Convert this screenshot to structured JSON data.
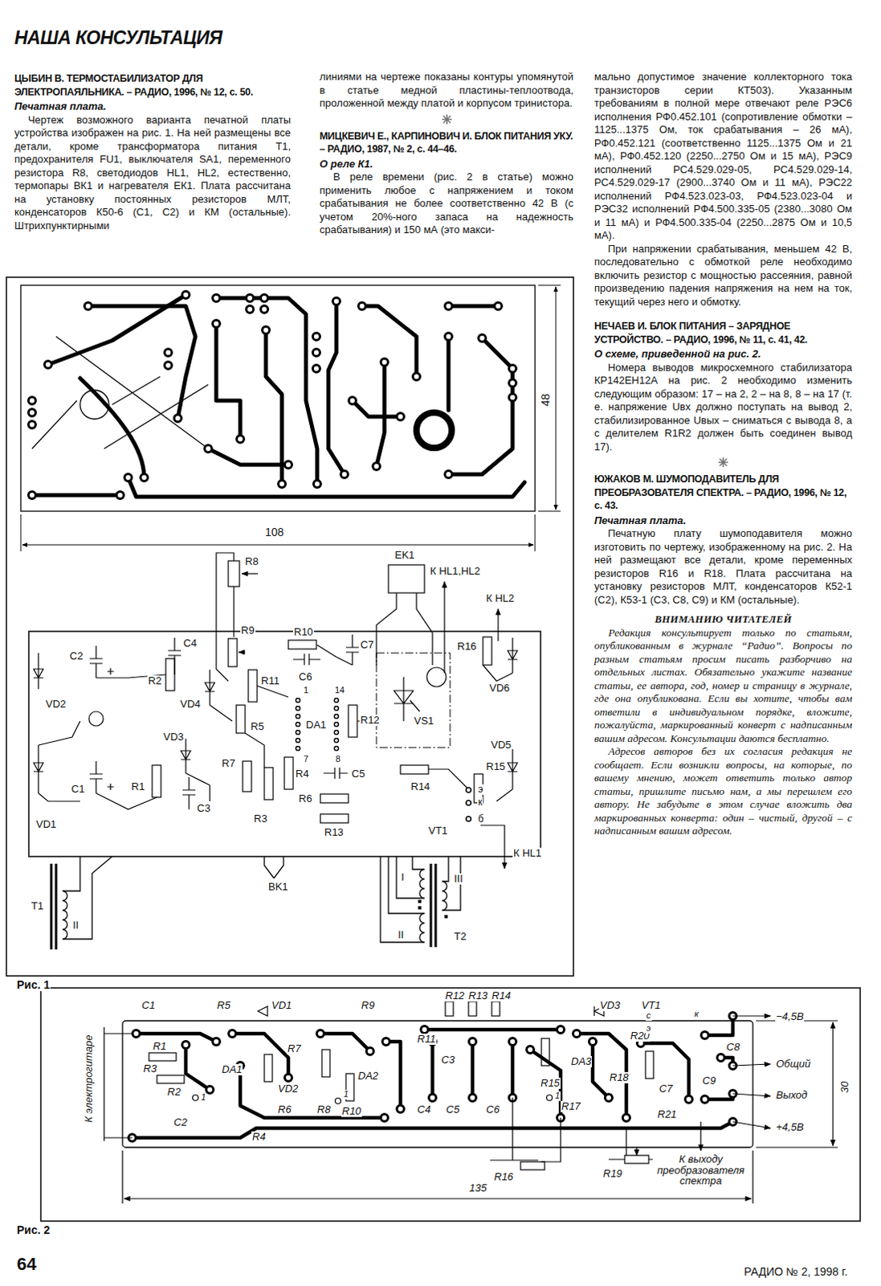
{
  "diagram": {
    "title": "НАША КОНСУЛЬТАЦИЯ",
    "labels": [
      "ЦЫБИН В. ТЕРМОСТАБИЛИЗАТОР ДЛЯ ЭЛЕКТРОПАЯЛЬНИКА. – РАДИО, 1996, № 12, с. 50.",
      "Печатная плата.",
      "Чертеж возможного варианта печатной платы устройства изображен на рис. 1. На ней размещены все детали, кроме трансформатора питания Т1, предохранителя FU1, выключателя SA1, переменного резистора R8, светодиодов HL1, HL2, естественно, термопары ВК1 и нагревателя ЕК1. Плата рассчитана на установку постоянных резисторов МЛТ, конденсаторов К50-6 (С1, С2) и КМ (остальные). Штрихпунктирными",
      "линиями на чертеже показаны контуры упомянутой в статье медной пластины-теплоотвода, проложенной между платой и корпусом тринистора.",
      "МИЦКЕВИЧ Е., КАРПИНОВИЧ И. БЛОК ПИТАНИЯ УКУ. – РАДИО, 1987, № 2, с. 44–46.",
      "О реле К1.",
      "В реле времени (рис. 2 в статье) можно применить любое с напряжением и током срабатывания не более соответственно 42 В (с учетом 20%-ного запаса на надежность срабатывания) и 150 мА (это макси-",
      "мально допустимое значение коллекторного тока транзисторов серии КТ503). Указанным требованиям в полной мере отвечают реле РЭС6 исполнения РФ0.452.101 (сопротивление обмотки – 1125...1375 Ом, ток срабатывания – 26 мА), РФ0.452.121 (соответственно 1125...1375 Ом и 21 мА), РФ0.452.120 (2250...2750 Ом и 15 мА), РЭС9 исполнений РС4.529.029-05, РС4.529.029-14, РС4.529.029-17 (2900...3740 Ом и 11 мА), РЭС22 исполнений РФ4.523.023-03, РФ4.523.023-04 и РЭС32 исполнений РФ4.500.335-05 (2380...3080 Ом и 11 мА) и РФ4.500.335-04 (2250...2875 Ом и 10,5 мА).",
      "При напряжении срабатывания, меньшем 42 В, последовательно с обмоткой реле необходимо включить резистор с мощностью рассеяния, равной произведению падения напряжения на нем на ток, текущий через него и обмотку.",
      "НЕЧАЕВ И. БЛОК ПИТАНИЯ – ЗАРЯДНОЕ УСТРОЙСТВО. – РАДИО, 1996, № 11, с. 41, 42.",
      "О схеме, приведенной на рис. 2.",
      "Номера выводов микросхемного стабилизатора КР142ЕН12А на рис. 2 необходимо изменить следующим образом: 17 – на 2, 2 – на 8, 8 – на 17 (т. е. напряжение Uвх должно поступать на вывод 2, стабилизированное Uвых – сниматься с вывода 8, а с делителем R1R2 должен быть соединен вывод 17).",
      "ЮЖАКОВ М. ШУМОПОДАВИТЕЛЬ ДЛЯ ПРЕОБРАЗОВАТЕЛЯ СПЕКТРА. – РАДИО, 1996, № 12, с. 43.",
      "Печатная плата.",
      "Печатную плату шумоподавителя можно изготовить по чертежу, изображенному на рис. 2. На ней размещают все детали, кроме переменных резисторов R16 и R18. Плата рассчитана на установку резисторов МЛТ, конденсаторов К52-1 (С2), К53-1 (С3, С8, С9) и КМ (остальные).",
      "ВНИМАНИЮ ЧИТАТЕЛЕЙ",
      "Редакция консультирует только по статьям, опубликованным в журнале “Радио”. Вопросы по разным статьям просим писать разборчиво на отдельных листах. Обязательно укажите название статьи, ее автора, год, номер и страницу в журнале, где она опубликована. Если вы хотите, чтобы вам ответили в индивидуальном порядке, вложите, пожалуйста, маркированный конверт с надписанным вашим адресом. Консультации даются бесплатно.",
      "Адресов авторов без их согласия редакция не сообщает. Если возникли вопросы, на которые, по вашему мнению, может ответить только автор статьи, пришлите письмо нам, а мы перешлем его автору. Не забудьте в этом случае вложить два маркированных конверта: один – чистый, другой – с надписанным вашим адресом.",
      "Рис. 1",
      "Рис. 2",
      "64",
      "РАДИО № 2, 1998 г.",
      "48",
      "108",
      "R8",
      "EK1",
      "К HL1,HL2",
      "К HL2",
      "R9",
      "R10",
      "C7",
      "C2",
      "C4",
      "R16",
      "VD2",
      "R2",
      "C6",
      "R11",
      "1",
      "14",
      "R12",
      "VS1",
      "VD6",
      "VD4",
      "R5",
      "DA1",
      "VD3",
      "VD5",
      "7",
      "8",
      "C5",
      "R7",
      "R4",
      "R15",
      "R14",
      "C1",
      "R1",
      "C3",
      "R6",
      "R3",
      "R13",
      "VD1",
      "VT1",
      "э",
      "к",
      "б",
      "К HL1",
      "BK1",
      "T1",
      "II",
      "I",
      "III",
      "II",
      "T2",
      "C1",
      "R5",
      "VD1",
      "R9",
      "R12",
      "R13",
      "R14",
      "VD3",
      "VT1",
      "R1",
      "R3",
      "R2",
      "C2",
      "DA1",
      "R7",
      "VD2",
      "R6",
      "R8",
      "R10",
      "R4",
      "DA2",
      "R11",
      "C3",
      "C4",
      "C5",
      "C6",
      "R15",
      "DA3",
      "R17",
      "R20",
      "R18",
      "C7",
      "C9",
      "R21",
      "C8",
      "с",
      "э",
      "к",
      "1",
      "1",
      "1",
      "−4,5В",
      "Общий",
      "Выход",
      "+4,5В",
      "30",
      "К электрогитаре",
      "R16",
      "R19",
      "К выходу преобразователя спектра",
      "135"
    ]
  }
}
